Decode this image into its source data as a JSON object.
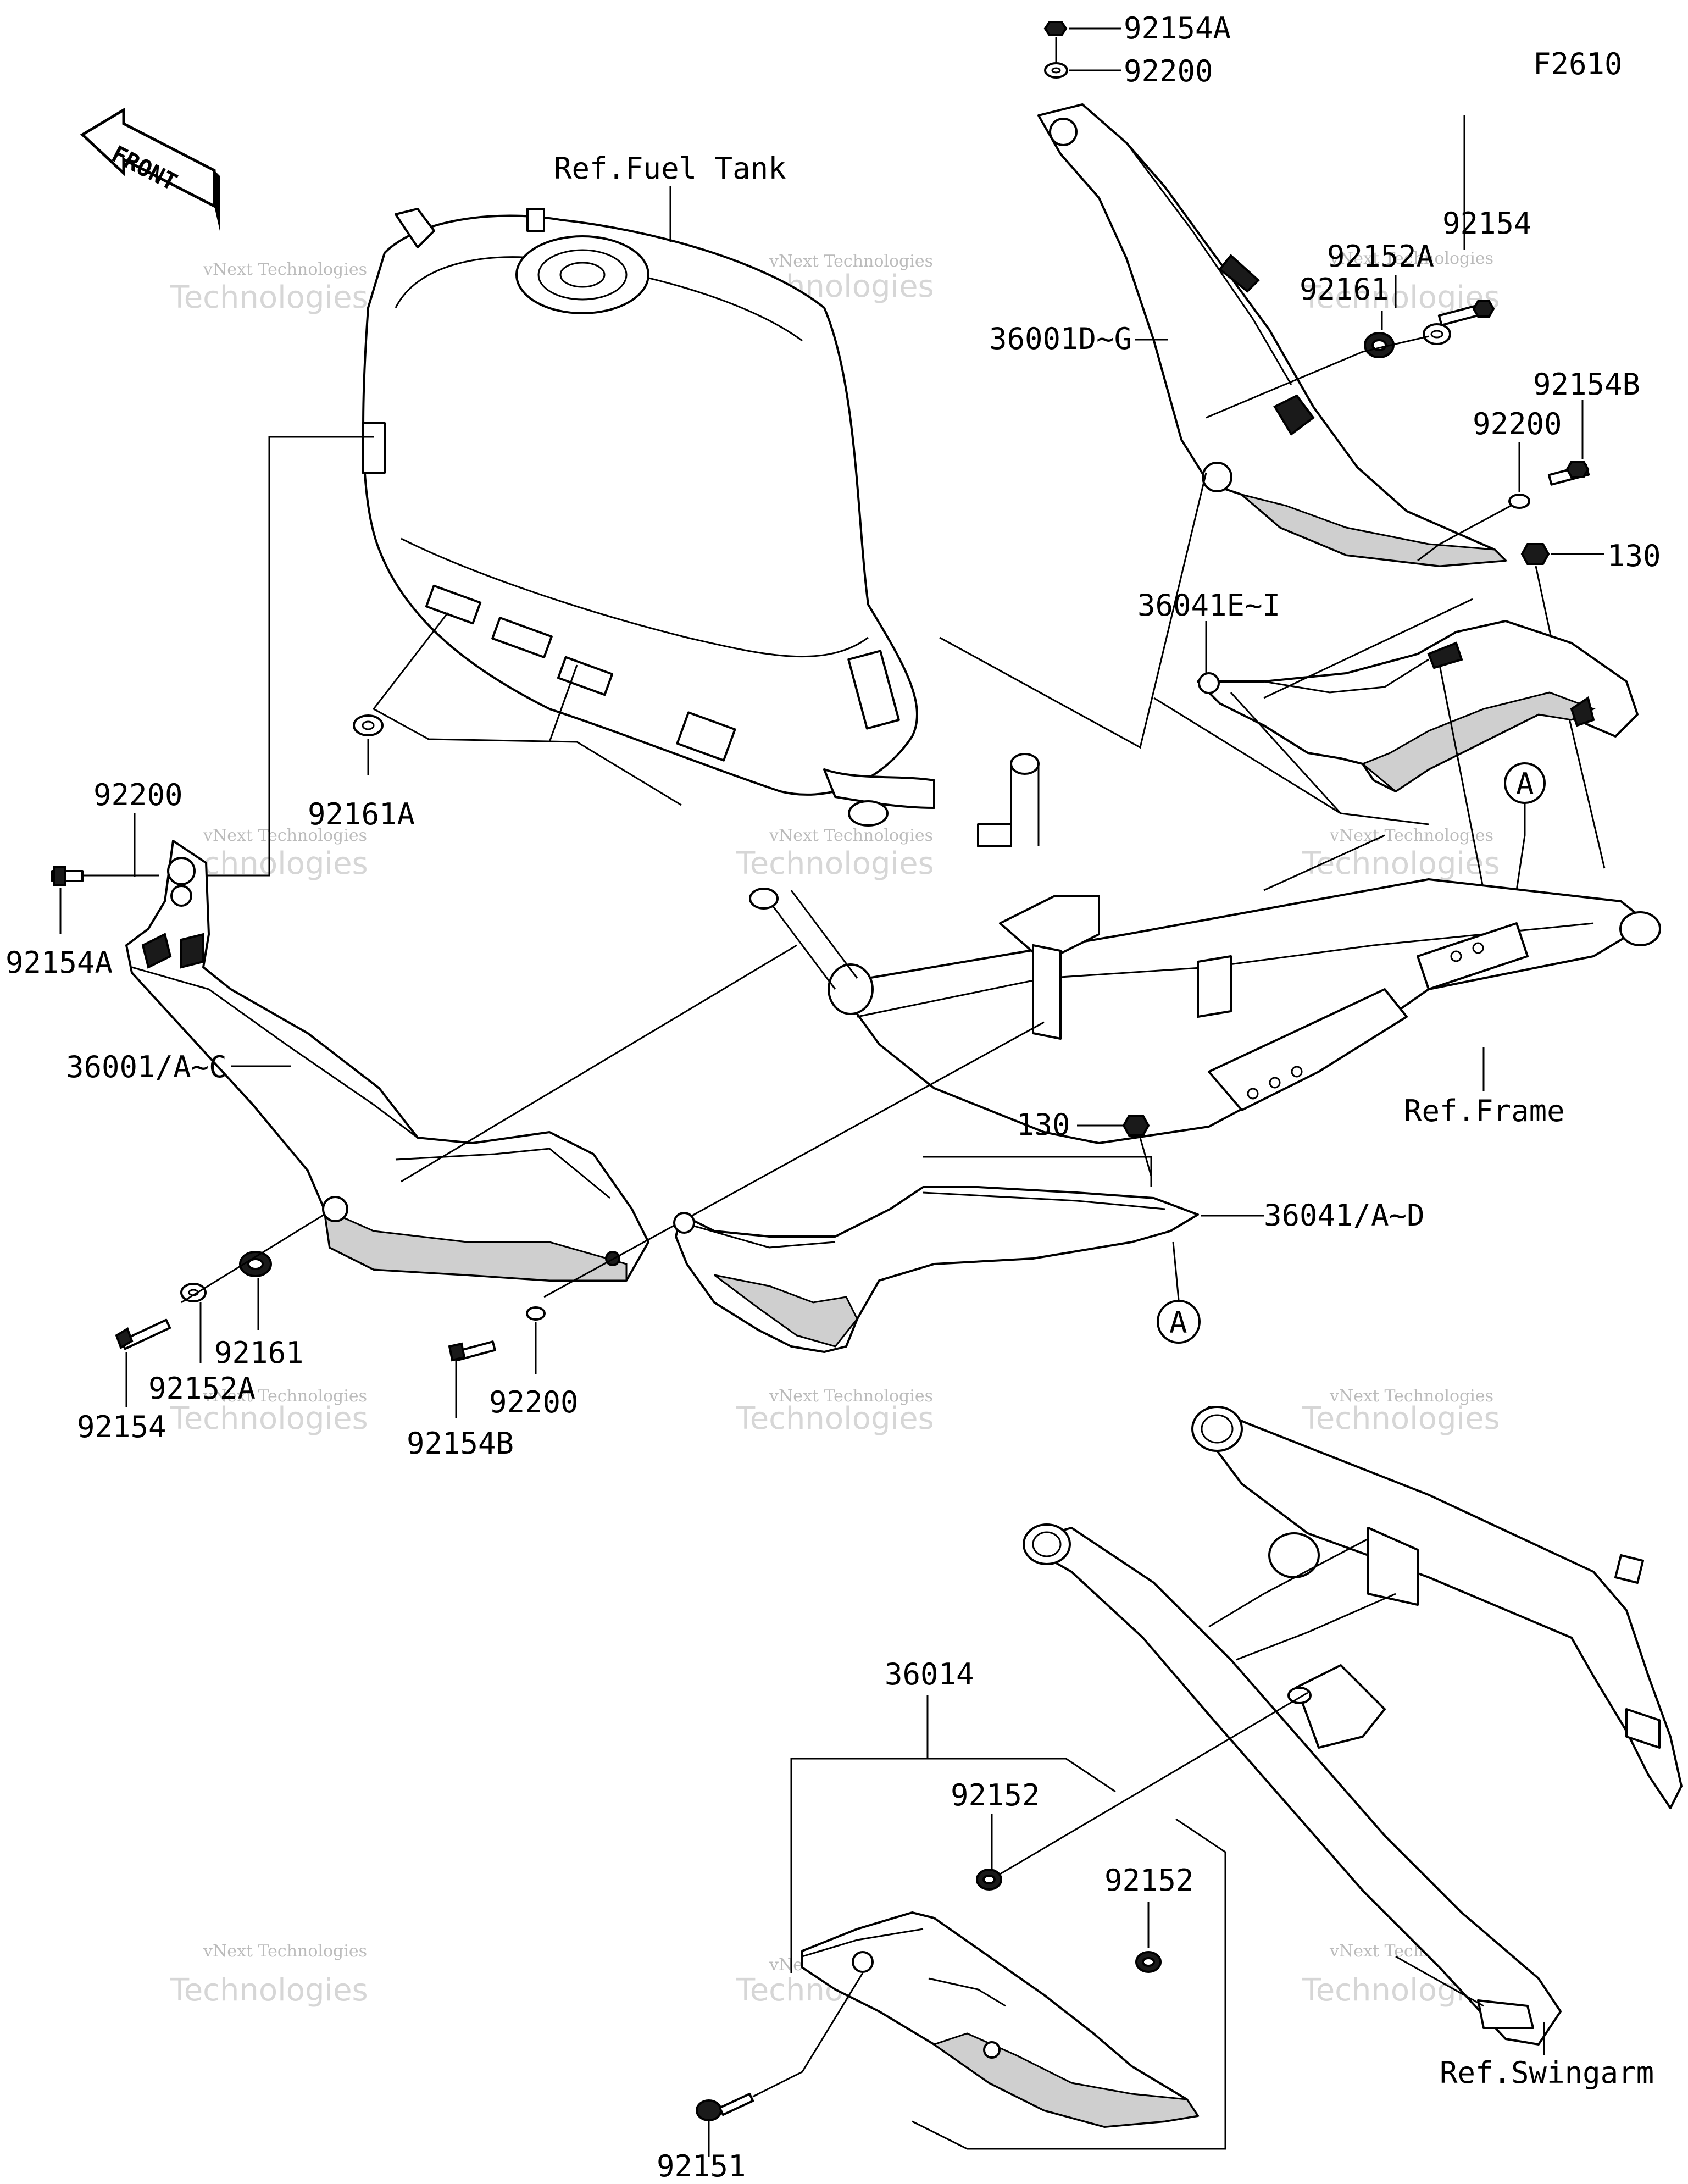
{
  "diagram_code": "F2610",
  "front_arrow": "FRONT",
  "refs": {
    "fuel_tank": "Ref.Fuel Tank",
    "frame": "Ref.Frame",
    "swingarm": "Ref.Swingarm"
  },
  "callout_marker": "A",
  "labels": {
    "p92154A_top": "92154A",
    "p92200_top": "92200",
    "p92154_r": "92154",
    "p92152A_r": "92152A",
    "p92161_r": "92161",
    "p36001DG": "36001D~G",
    "p92154B_r": "92154B",
    "p92200_r": "92200",
    "p130_r": "130",
    "p36041EI": "36041E~I",
    "p92200_l": "92200",
    "p92154A_l": "92154A",
    "p92161A": "92161A",
    "p36001AC": "36001/A~C",
    "p130_c": "130",
    "p36041AD": "36041/A~D",
    "p92161_l": "92161",
    "p92152A_l": "92152A",
    "p92154_l": "92154",
    "p92200_b": "92200",
    "p92154B_b": "92154B",
    "p36014": "36014",
    "p92152_a": "92152",
    "p92152_b": "92152",
    "p92151": "92151"
  },
  "watermark": {
    "line1": "vNext Technologies",
    "line2": "Technologies"
  }
}
